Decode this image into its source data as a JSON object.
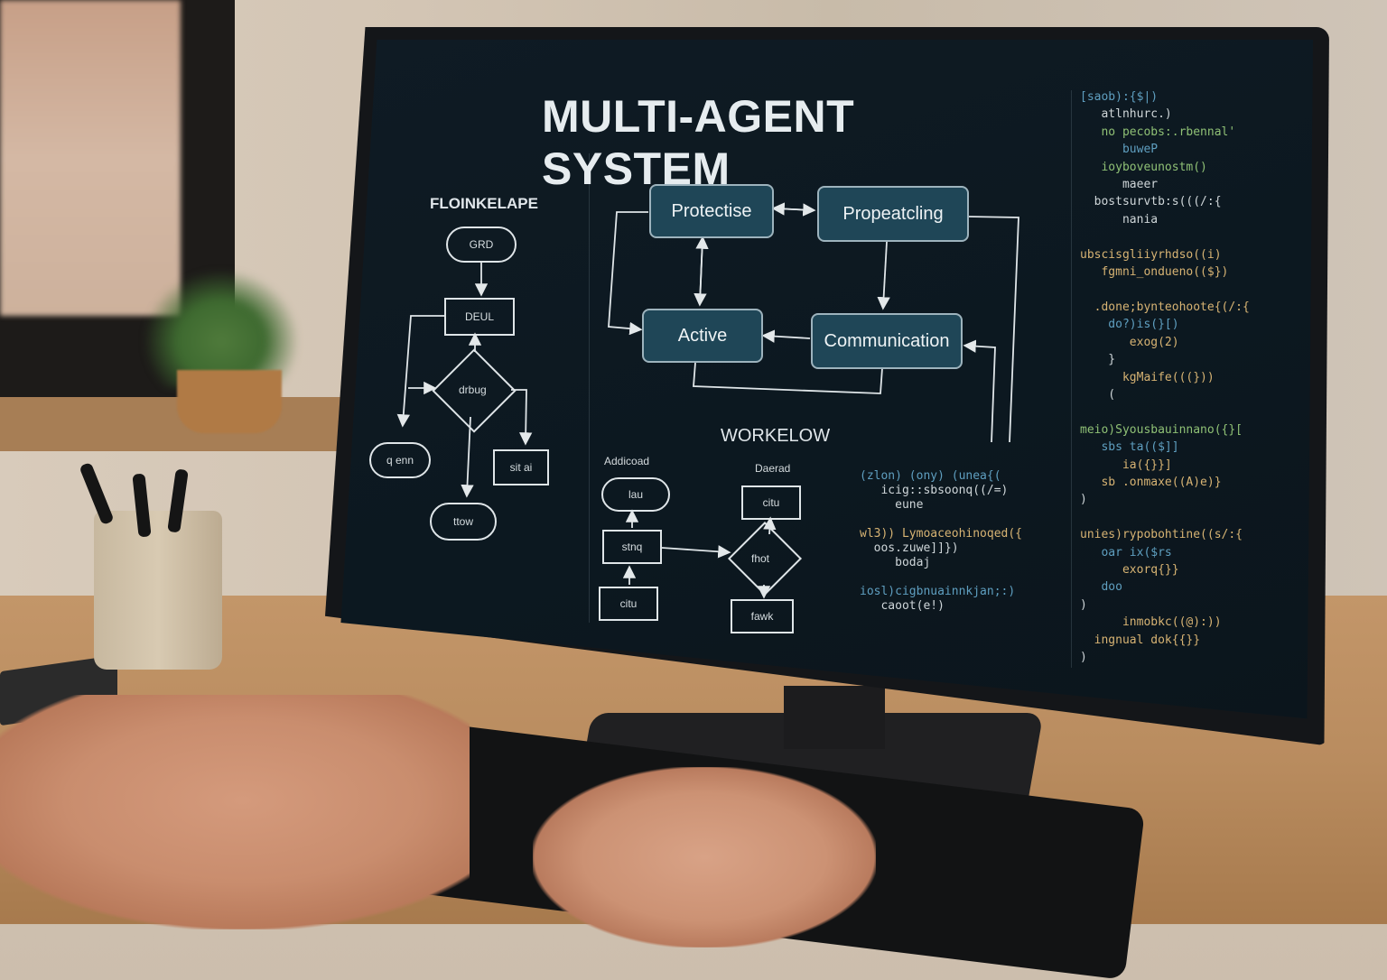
{
  "scene": {
    "description": "Person typing on a keyboard in front of a monitor displaying a multi-agent system diagram",
    "objects": [
      "window",
      "plant",
      "pen-cup",
      "laptop",
      "monitor",
      "keyboard",
      "hands",
      "desk"
    ]
  },
  "screen": {
    "title": "MULTI-AGENT SYSTEM",
    "flowchart": {
      "title": "FLOINKELAPE",
      "nodes": {
        "start": "GRD",
        "process": "DEUL",
        "decision": "drbug",
        "left": "q enn",
        "right": "sit ai",
        "bottom": "ttow"
      }
    },
    "agents": [
      {
        "label": "Protectise"
      },
      {
        "label": "Propeatcling"
      },
      {
        "label": "Active"
      },
      {
        "label": "Communication"
      }
    ],
    "workflow": {
      "title": "WORKELOW",
      "left_label": "Addicoad",
      "right_label": "Daerad",
      "nodes": {
        "left_top": "lau",
        "left_mid": "stnq",
        "left_bottom": "citu",
        "right_top": "citu",
        "right_decision": "fhot",
        "right_bottom": "fawk"
      }
    },
    "code_middle": [
      {
        "text": "(zlon) (ony) (unea{(",
        "color": "blue"
      },
      {
        "text": "   icig::sbsoonq((/=)",
        "color": "white"
      },
      {
        "text": "     eune",
        "color": "white"
      },
      {
        "text": "",
        "color": "white"
      },
      {
        "text": "wl3)) Lymoaceohinoqed({",
        "color": "yellow"
      },
      {
        "text": "  oos.zuwe]]})",
        "color": "white"
      },
      {
        "text": "     bodaj",
        "color": "white"
      },
      {
        "text": "",
        "color": "white"
      },
      {
        "text": "iosl)cigbnuainnkjan;:)",
        "color": "blue"
      },
      {
        "text": "   caoot(e!)",
        "color": "white"
      }
    ],
    "code_right": [
      {
        "text": "[saob):{$|)",
        "color": "blue"
      },
      {
        "text": "   atlnhurc.)",
        "color": "white"
      },
      {
        "text": "   no pecobs:.rbennal'",
        "color": "green"
      },
      {
        "text": "      buweP",
        "color": "blue"
      },
      {
        "text": "   ioyboveunostm()",
        "color": "green"
      },
      {
        "text": "      maeer",
        "color": "white"
      },
      {
        "text": "  bostsurvtb:s(((/:{",
        "color": "white"
      },
      {
        "text": "      nania",
        "color": "white"
      },
      {
        "text": "",
        "color": "white"
      },
      {
        "text": "ubscisgliiyrhdso((i)",
        "color": "yellow"
      },
      {
        "text": "   fgmni_ondueno(($})",
        "color": "yellow"
      },
      {
        "text": "",
        "color": "white"
      },
      {
        "text": "  .done;bynteohoote{(/:{",
        "color": "yellow"
      },
      {
        "text": "    do?)is(}[)",
        "color": "blue"
      },
      {
        "text": "       exog(2)",
        "color": "yellow"
      },
      {
        "text": "    }",
        "color": "white"
      },
      {
        "text": "      kgMaife(((}))",
        "color": "yellow"
      },
      {
        "text": "    (",
        "color": "white"
      },
      {
        "text": "",
        "color": "white"
      },
      {
        "text": "meio)Syousbauinnano({}[",
        "color": "green"
      },
      {
        "text": "   sbs ta(($]]",
        "color": "blue"
      },
      {
        "text": "      ia({}}]",
        "color": "yellow"
      },
      {
        "text": "   sb .onmaxe((A)e)}",
        "color": "yellow"
      },
      {
        "text": ")",
        "color": "white"
      },
      {
        "text": "",
        "color": "white"
      },
      {
        "text": "unies)rypobohtine((s/:{",
        "color": "yellow"
      },
      {
        "text": "   oar ix($rs",
        "color": "blue"
      },
      {
        "text": "      exorq{}}",
        "color": "yellow"
      },
      {
        "text": "   doo",
        "color": "blue"
      },
      {
        "text": ")",
        "color": "white"
      },
      {
        "text": "      inmobkc((@):))",
        "color": "yellow"
      },
      {
        "text": "  ingnual dok{{}}",
        "color": "yellow"
      },
      {
        "text": ")",
        "color": "white"
      }
    ],
    "colors": {
      "background": "#0e1a22",
      "agent_box": "#1f4657",
      "agent_border": "#9db3bd",
      "line": "#dfe5e8",
      "code_blue": "#5f9fc0",
      "code_yellow": "#d7b373",
      "code_green": "#8fc075"
    }
  }
}
